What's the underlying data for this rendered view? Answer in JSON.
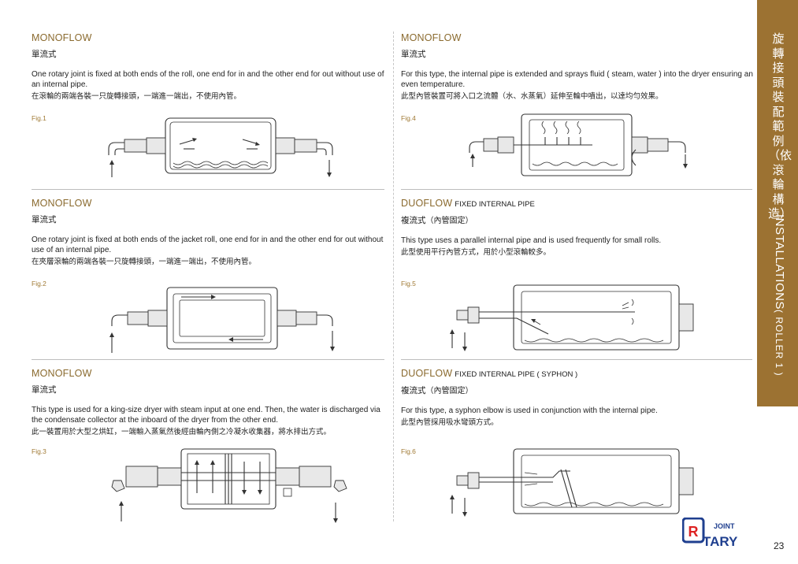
{
  "sections": [
    {
      "title": "MONOFLOW",
      "subtitle": "",
      "title_zh": "單流式",
      "title_zh_extra": "",
      "text_en": "One rotary joint is fixed at both ends of the roll, one end for in and the other end for out without use of an internal pipe.",
      "text_zh": "在滾輪的兩端各裝一只旋轉接頭，一端進一端出，不使用內管。",
      "fig": "Fig.1"
    },
    {
      "title": "MONOFLOW",
      "subtitle": "",
      "title_zh": "單流式",
      "title_zh_extra": "",
      "text_en": "For this type, the internal pipe is extended and sprays fluid ( steam, water ) into the dryer ensuring an even temperature.",
      "text_zh": "此型內管裝置可將入口之流體（水、水蒸氣）延伸至輪中噴出，以達均勻效果。",
      "fig": "Fig.4"
    },
    {
      "title": "MONOFLOW",
      "subtitle": "",
      "title_zh": "單流式",
      "title_zh_extra": "",
      "text_en": "One rotary joint is fixed at both ends of the jacket roll, one end for in and the other end for out without use of an internal pipe.",
      "text_zh": "在夾層滾輪的兩端各裝一只旋轉接頭，一端進一端出，不使用內管。",
      "fig": "Fig.2"
    },
    {
      "title": "DUOFLOW",
      "subtitle": "FIXED INTERNAL PIPE",
      "title_zh": "複流式",
      "title_zh_extra": "（內管固定）",
      "text_en": "This type uses a parallel internal pipe and is used frequently for small rolls.",
      "text_zh": "此型使用平行內管方式，用於小型滾輪較多。",
      "fig": "Fig.5"
    },
    {
      "title": "MONOFLOW",
      "subtitle": "",
      "title_zh": "單流式",
      "title_zh_extra": "",
      "text_en": "This type is used for a king-size dryer with steam input at one end. Then, the water is discharged via the condensate collector at the inboard of the dryer from the other end.",
      "text_zh": "此一裝置用於大型之烘缸，一端輸入蒸氣然後經由輪內側之冷凝水收集器，將水排出方式。",
      "fig": "Fig.3"
    },
    {
      "title": "DUOFLOW",
      "subtitle": "FIXED INTERNAL PIPE ( SYPHON )",
      "title_zh": "複流式",
      "title_zh_extra": "（內管固定）",
      "text_en": "For this type, a syphon elbow is used in conjunction with the internal pipe.",
      "text_zh": "此型內管採用吸水彎頭方式。",
      "fig": "Fig.6"
    }
  ],
  "sidebar": {
    "title_zh": "旋轉接頭裝配範例（依滾輪構造）",
    "title_en_main": "INSTALLATIONS",
    "title_en_paren": "( ROLLER 1 )",
    "bg_color": "#9c7232"
  },
  "logo": {
    "top": "JOINT",
    "bottom": "TARY",
    "letter": "R"
  },
  "page_number": "23"
}
